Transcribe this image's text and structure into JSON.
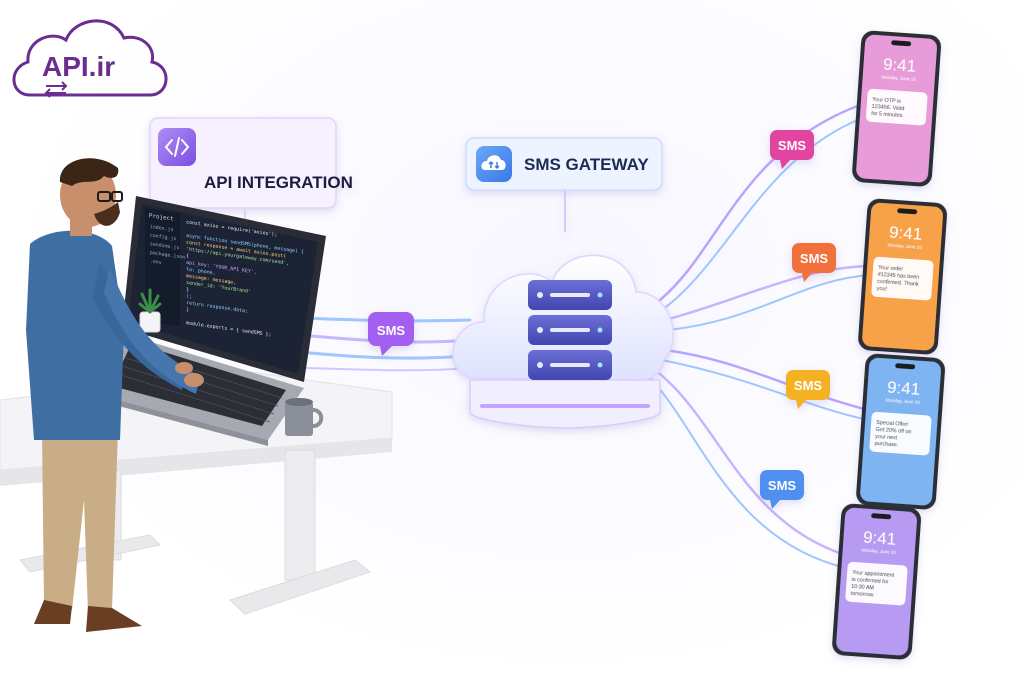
{
  "brand": {
    "name": "API.ir",
    "color": "#6b2d8f"
  },
  "labels": {
    "api_integration": "API INTEGRATION",
    "sms_gateway": "SMS GATEWAY",
    "sms": "SMS"
  },
  "editor": {
    "sidebar_title": "Project",
    "files": [
      "index.js",
      "config.js",
      "sendsms.js",
      "package.json",
      ".env"
    ],
    "code": [
      "const axios = require('axios');",
      "",
      "async function sendSMS(phone, message) {",
      "  const response = await axios.post(",
      "  'https://api.yourgateway.com/send',",
      "  {",
      "    api_key: 'YOUR_API_KEY',",
      "    to: phone,",
      "    message: message,",
      "    sender_id: 'YourBrand'",
      "  }",
      "  );",
      "  return response.data;",
      "}",
      "",
      "module.exports = { sendSMS };"
    ]
  },
  "phones": [
    {
      "time": "9:41",
      "date": "Monday, June 10",
      "message": "Your OTP is 123456. Valid for 5 minutes.",
      "color": "#e79bd8",
      "bubble": "#e1449f"
    },
    {
      "time": "9:41",
      "date": "Monday, June 10",
      "message": "Your order #12345 has been confirmed. Thank you!",
      "color": "#f7a24a",
      "bubble": "#f2703a"
    },
    {
      "time": "9:41",
      "date": "Monday, June 10",
      "message": "Special Offer! Get 20% off on your next purchase.",
      "color": "#7fb4f2",
      "bubble": "#f4b223"
    },
    {
      "time": "9:41",
      "date": "Monday, June 10",
      "message": "Your appointment is confirmed for 10:30 AM tomorrow.",
      "color": "#b79af2",
      "bubble": "#4f8ff0"
    }
  ],
  "colors": {
    "purple": "#8b5cf6",
    "blue": "#3b82f6",
    "wire_a": "#c4b5fd",
    "wire_b": "#93c5fd"
  }
}
